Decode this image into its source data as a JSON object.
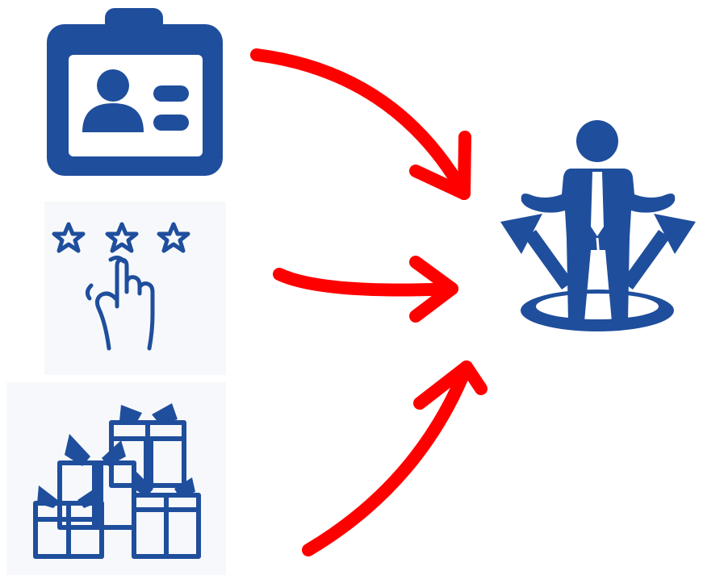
{
  "colors": {
    "icon_blue": "#1f4e9c",
    "arrow_red": "#ff0000",
    "panel_bg": "#f6f8fb",
    "background": "#ffffff"
  },
  "icons": [
    "id-badge-icon",
    "star-rating-hand-icon",
    "gift-boxes-icon",
    "person-choices-arrows-icon"
  ],
  "arrows": [
    "arrow-from-id-badge",
    "arrow-from-rating",
    "arrow-from-gifts"
  ],
  "rating": {
    "stars": 3
  }
}
